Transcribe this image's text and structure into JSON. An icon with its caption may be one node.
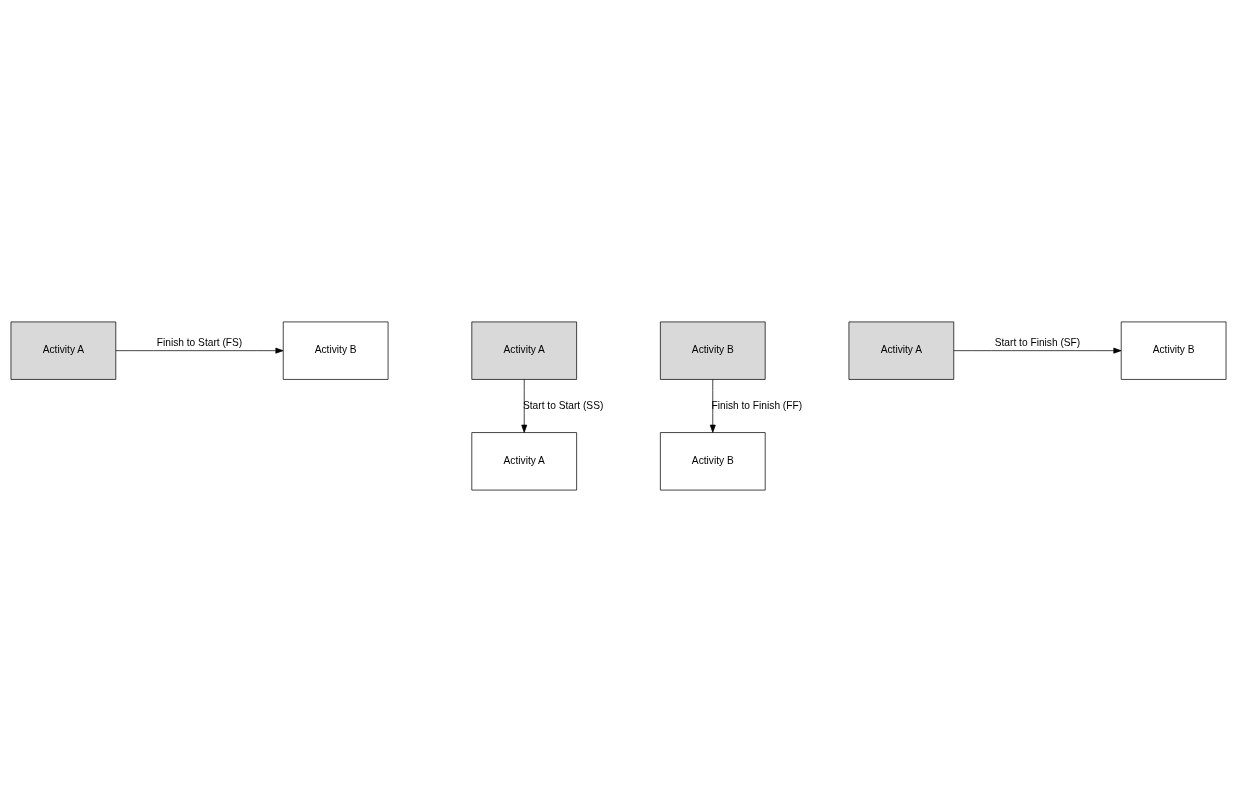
{
  "diagram": {
    "nodes": [
      {
        "text": [
          "Activity A"
        ]
      },
      {
        "text": [
          "Activity B"
        ]
      },
      {
        "text": [
          "Activity A"
        ]
      },
      {
        "text": [
          "Activity B"
        ]
      },
      {
        "text": [
          "Activity A"
        ]
      },
      {
        "text": [
          "Activity B"
        ]
      },
      {
        "text": [
          "Activity A"
        ]
      },
      {
        "text": [
          "Activity B"
        ]
      }
    ],
    "edges": [
      {
        "from": 0,
        "to": 1,
        "arrow": "to",
        "label": "Finish to Start (FS)"
      },
      {
        "from": 2,
        "to": 4,
        "arrow": "to",
        "label": "Start to Start (SS)"
      },
      {
        "from": 3,
        "to": 5,
        "arrow": "to",
        "label": "Finish to Finish (FF)"
      },
      {
        "from": 6,
        "to": 7,
        "arrow": "to",
        "label": "Start to Finish (SF)"
      }
    ]
  }
}
